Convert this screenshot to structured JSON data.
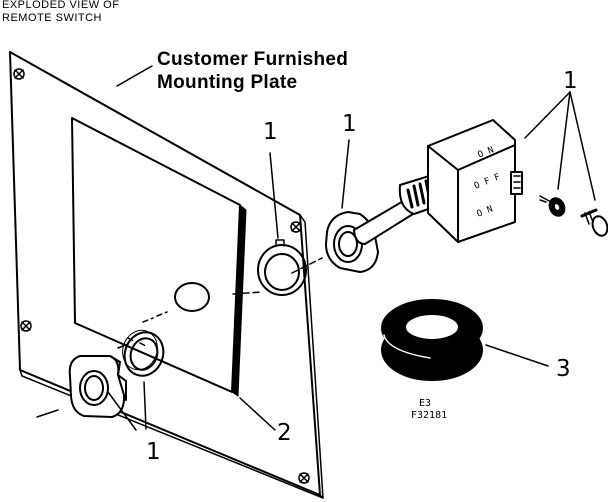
{
  "header": {
    "line1": "EXPLODED VIEW OF",
    "line2": "REMOTE SWITCH"
  },
  "plate_label": {
    "line1": "Customer Furnished",
    "line2": "Mounting Plate"
  },
  "callouts": {
    "c1_top_left": "1",
    "c1_top_mid": "1",
    "c1_top_right": "1",
    "c1_bottom": "1",
    "c2": "2",
    "c3": "3"
  },
  "figure_code": {
    "line1": "E3",
    "line2": "F32181"
  },
  "switch_markings": {
    "on_top": "O N",
    "off": "O F F",
    "on_bottom": "O N"
  }
}
